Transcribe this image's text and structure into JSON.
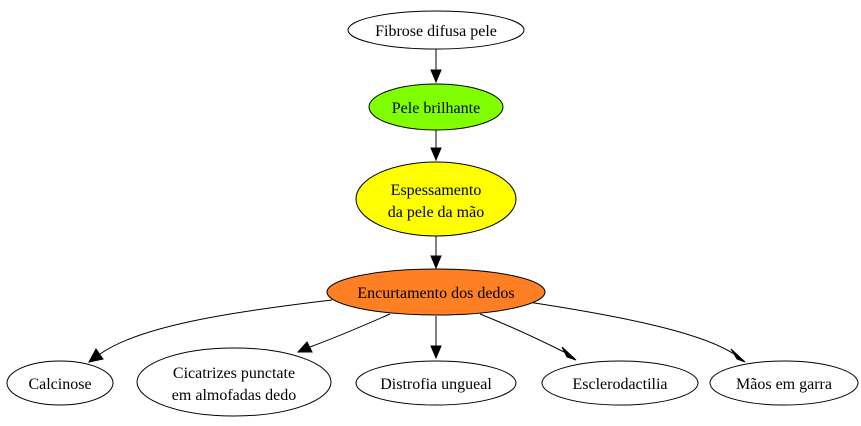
{
  "colors": {
    "pele_brilhante": "#7fff00",
    "espessamento": "#ffff00",
    "encurtamento": "#ff7f24",
    "default_fill": "#ffffff",
    "stroke": "#000000"
  },
  "nodes": {
    "fibrose": {
      "label": "Fibrose difusa pele"
    },
    "pele_brilhante": {
      "label": "Pele brilhante"
    },
    "espessamento": {
      "line1": "Espessamento",
      "line2": "da pele da mão"
    },
    "encurtamento": {
      "label": "Encurtamento dos dedos"
    },
    "calcinose": {
      "label": "Calcinose"
    },
    "cicatrizes": {
      "line1": "Cicatrizes punctate",
      "line2": "em almofadas dedo"
    },
    "distrofia": {
      "label": "Distrofia ungueal"
    },
    "esclerodactilia": {
      "label": "Esclerodactilia"
    },
    "maos": {
      "label": "Mãos em garra"
    }
  },
  "edges": [
    {
      "from": "Fibrose difusa pele",
      "to": "Pele brilhante"
    },
    {
      "from": "Pele brilhante",
      "to": "Espessamento da pele da mão"
    },
    {
      "from": "Espessamento da pele da mão",
      "to": "Encurtamento dos dedos"
    },
    {
      "from": "Encurtamento dos dedos",
      "to": "Calcinose"
    },
    {
      "from": "Encurtamento dos dedos",
      "to": "Cicatrizes punctate em almofadas dedo"
    },
    {
      "from": "Encurtamento dos dedos",
      "to": "Distrofia ungueal"
    },
    {
      "from": "Encurtamento dos dedos",
      "to": "Esclerodactilia"
    },
    {
      "from": "Encurtamento dos dedos",
      "to": "Mãos em garra"
    }
  ]
}
